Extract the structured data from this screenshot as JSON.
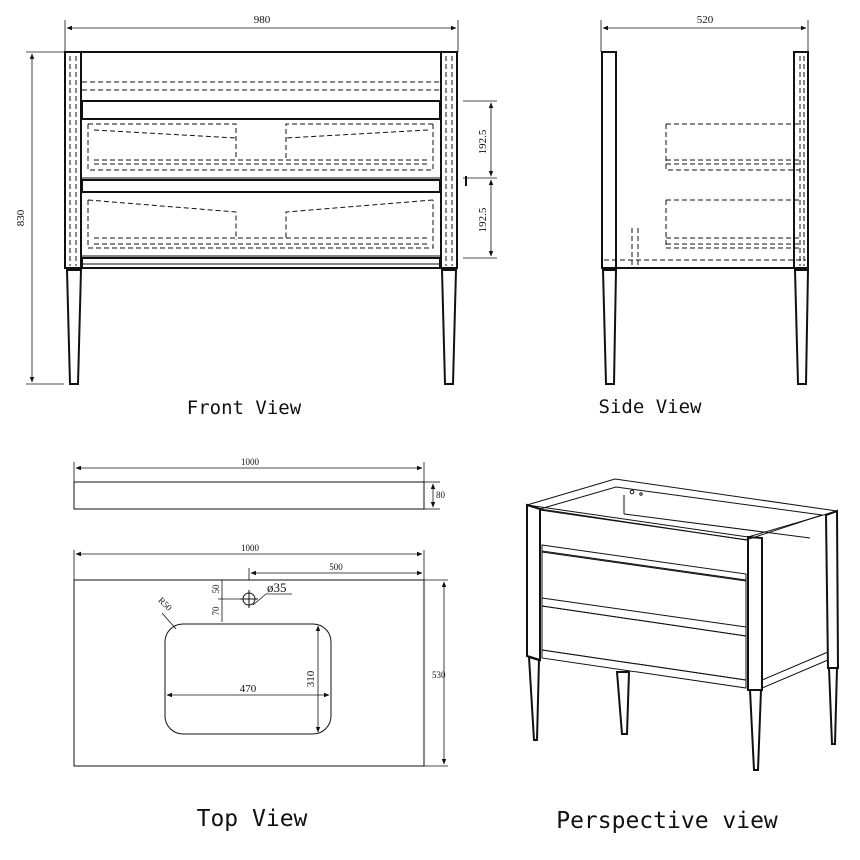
{
  "front_view": {
    "caption": "Front View",
    "width_dim": "980",
    "height_dim": "830",
    "drawer_dim_1": "192.5",
    "drawer_dim_2": "192.5"
  },
  "side_view": {
    "caption": "Side View",
    "depth_dim": "520"
  },
  "top_view": {
    "caption": "Top View",
    "slab_length_dim": "1000",
    "slab_thickness_dim": "80",
    "top_length_dim": "1000",
    "tap_offset_dim": "500",
    "top_depth_dim": "530",
    "tap_hole_dim": "ø35",
    "radius_dim": "R50",
    "tap_from_edge_dim": "70",
    "tap_to_basin_dim": "50",
    "basin_width_dim": "470",
    "basin_depth_dim": "310"
  },
  "perspective_view": {
    "caption": "Perspective view"
  }
}
